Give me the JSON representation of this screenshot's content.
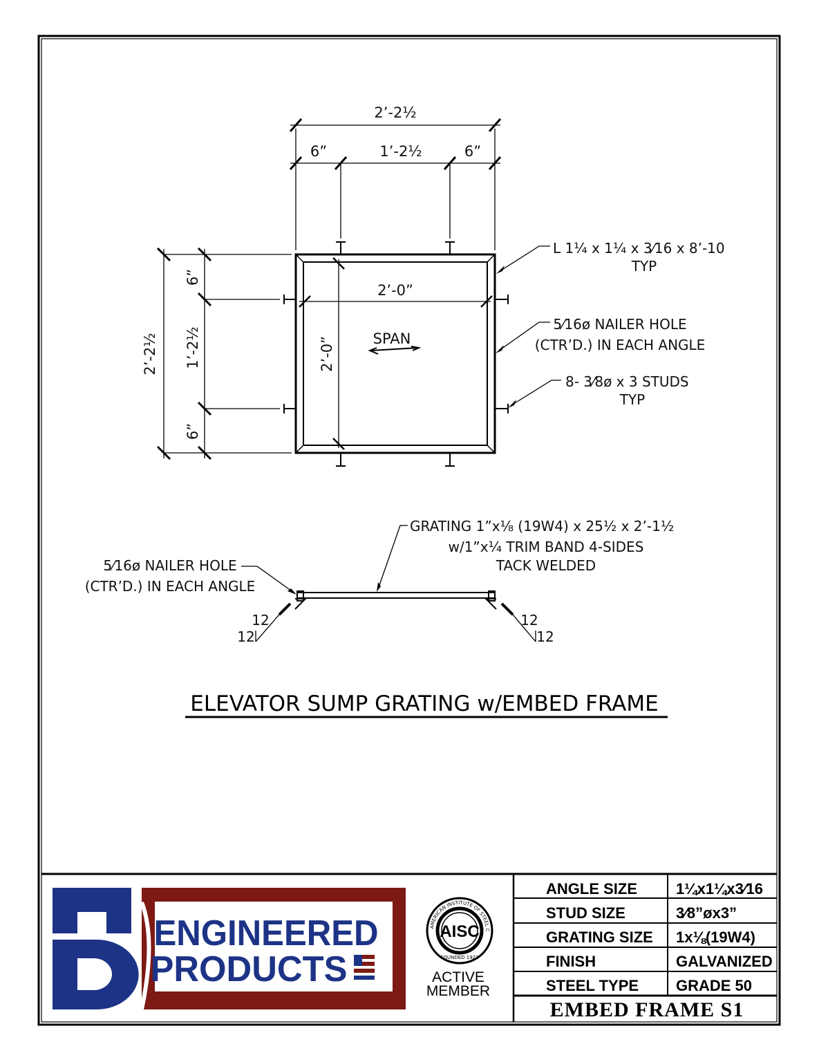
{
  "plan_view": {
    "dim_overall_top": "2’-2½",
    "dim_left_top": "6”",
    "dim_mid_top": "1’-2½",
    "dim_right_top": "6”",
    "dim_overall_left": "2’-2½",
    "dim_left_upper": "6”",
    "dim_left_mid": "1’-2½",
    "dim_left_lower": "6”",
    "dim_inner_width": "2’-0”",
    "dim_inner_height": "2’-0”",
    "span_label": "SPAN",
    "callout_angle_line1": "L 1¼ x 1¼ x 3⁄16 x 8’-10",
    "callout_angle_line2": "TYP",
    "callout_hole_line1": "5⁄16ø NAILER HOLE",
    "callout_hole_line2": "(CTR’D.) IN EACH ANGLE",
    "callout_studs_line1": "8- 3⁄8ø x 3 STUDS",
    "callout_studs_line2": "TYP"
  },
  "section_view": {
    "grating_line1": "GRATING 1”x⅛ (19W4) x 25½ x 2’-1½",
    "grating_line2": "w/1”x¼ TRIM BAND 4-SIDES",
    "grating_line3": "TACK WELDED",
    "hole_line1": "5⁄16ø NAILER HOLE",
    "hole_line2": "(CTR’D.) IN EACH ANGLE",
    "slope_left_rise": "12",
    "slope_left_run": "12",
    "slope_right_rise": "12",
    "slope_right_run": "12"
  },
  "drawing_title": "ELEVATOR SUMP GRATING w/EMBED FRAME",
  "title_block": {
    "logo_line1": "ENGINEERED",
    "logo_line2": "PRODUCTS",
    "seal_letters": "AISC",
    "seal_ring_text": "AMERICAN INSTITUTE OF STEEL CONSTRUCTION INC.",
    "seal_founded": "FOUNDED 1921",
    "member_line1": "ACTIVE",
    "member_line2": "MEMBER",
    "rows": [
      {
        "label": "ANGLE SIZE",
        "value": "1¼x1¼x3⁄16"
      },
      {
        "label": "STUD SIZE",
        "value": "3⁄8”øx3”"
      },
      {
        "label": "GRATING SIZE",
        "value": "1x⅛(19W4)"
      },
      {
        "label": "FINISH",
        "value": "GALVANIZED"
      },
      {
        "label": "STEEL TYPE",
        "value": "GRADE 50"
      }
    ],
    "drawing_name": "EMBED FRAME S1"
  },
  "colors": {
    "logo_blue": "#1c3386",
    "logo_red": "#7d1a14",
    "line": "#000000"
  }
}
